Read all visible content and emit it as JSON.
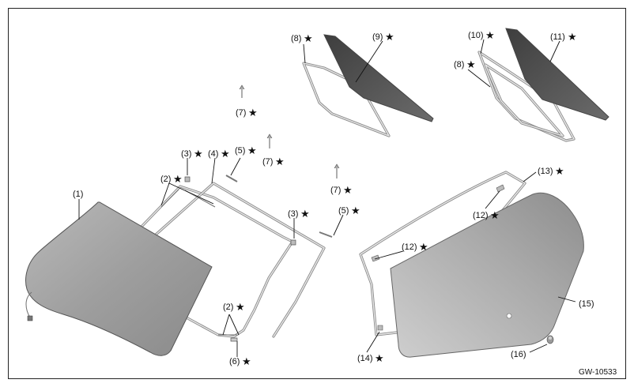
{
  "diagram": {
    "code": "GW-10533",
    "star_symbol": "★",
    "callouts": [
      {
        "id": "c1",
        "text": "(1)",
        "star": false
      },
      {
        "id": "c2a",
        "text": "(2)",
        "star": true
      },
      {
        "id": "c2b",
        "text": "(2)",
        "star": true
      },
      {
        "id": "c3a",
        "text": "(3)",
        "star": true
      },
      {
        "id": "c3b",
        "text": "(3)",
        "star": true
      },
      {
        "id": "c4",
        "text": "(4)",
        "star": true
      },
      {
        "id": "c5a",
        "text": "(5)",
        "star": true
      },
      {
        "id": "c5b",
        "text": "(5)",
        "star": true
      },
      {
        "id": "c6",
        "text": "(6)",
        "star": true
      },
      {
        "id": "c7a",
        "text": "(7)",
        "star": true
      },
      {
        "id": "c7b",
        "text": "(7)",
        "star": true
      },
      {
        "id": "c7c",
        "text": "(7)",
        "star": true
      },
      {
        "id": "c8a",
        "text": "(8)",
        "star": true
      },
      {
        "id": "c8b",
        "text": "(8)",
        "star": true
      },
      {
        "id": "c9",
        "text": "(9)",
        "star": true
      },
      {
        "id": "c10",
        "text": "(10)",
        "star": true
      },
      {
        "id": "c11",
        "text": "(11)",
        "star": true
      },
      {
        "id": "c12a",
        "text": "(12)",
        "star": true
      },
      {
        "id": "c12b",
        "text": "(12)",
        "star": true
      },
      {
        "id": "c13",
        "text": "(13)",
        "star": true
      },
      {
        "id": "c14",
        "text": "(14)",
        "star": true
      },
      {
        "id": "c15",
        "text": "(15)",
        "star": false
      },
      {
        "id": "c16",
        "text": "(16)",
        "star": false
      }
    ]
  }
}
